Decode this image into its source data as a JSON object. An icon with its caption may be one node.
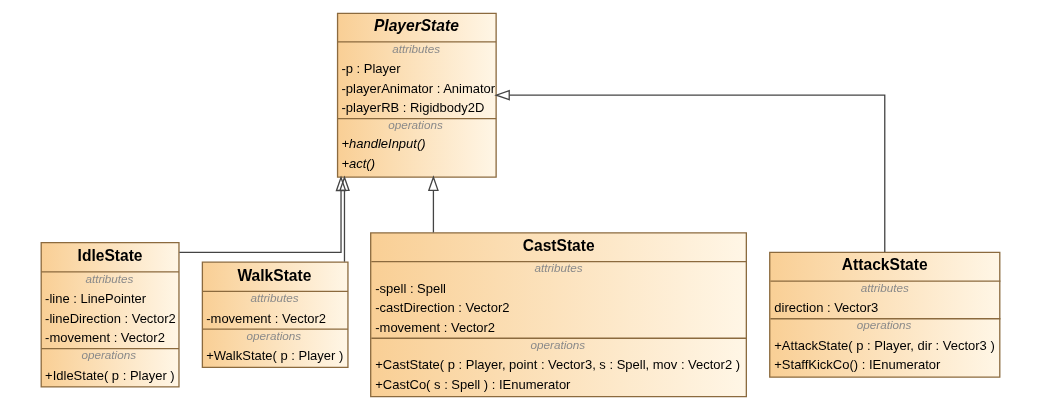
{
  "diagram": {
    "nodes": [
      {
        "text": [
          "PlayerState",
          "attributes",
          "-p : Player",
          "-playerAnimator : Animator",
          "-playerRB : Rigidbody2D",
          "operations",
          "+handleInput()",
          "+act()"
        ]
      },
      {
        "text": [
          "IdleState",
          "attributes",
          "-line : LinePointer",
          "-lineDirection : Vector2",
          "-movement : Vector2",
          "operations",
          "+IdleState( p : Player )"
        ]
      },
      {
        "text": [
          "WalkState",
          "attributes",
          "-movement : Vector2",
          "operations",
          "+WalkState( p : Player )"
        ]
      },
      {
        "text": [
          "CastState",
          "attributes",
          "-spell : Spell",
          "-castDirection : Vector2",
          "-movement : Vector2",
          "operations",
          "+CastState( p : Player, point : Vector3, s : Spell, mov : Vector2 )",
          "+CastCo( s : Spell ) : IEnumerator"
        ]
      },
      {
        "text": [
          "AttackState",
          "attributes",
          "direction : Vector3",
          "operations",
          "+AttackState( p : Player, dir : Vector3 )",
          "+StaffKickCo() : IEnumerator"
        ]
      }
    ],
    "edges": [
      {
        "from": 1,
        "to": 0,
        "arrow": "to"
      },
      {
        "from": 2,
        "to": 0,
        "arrow": "to"
      },
      {
        "from": 3,
        "to": 0,
        "arrow": "to"
      },
      {
        "from": 4,
        "to": 0,
        "arrow": "to"
      }
    ]
  }
}
